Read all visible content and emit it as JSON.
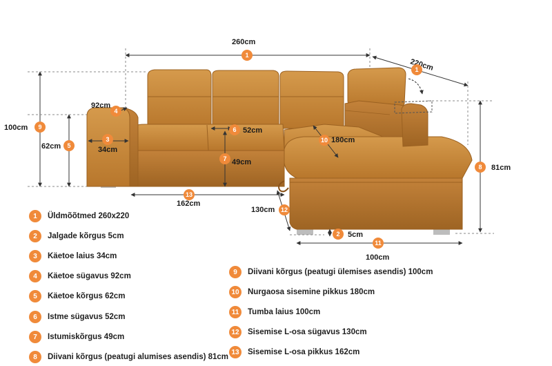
{
  "dimensions": {
    "total_length": "260cm",
    "corner_length": "220cm",
    "armrest_depth": "92cm",
    "height_raised": "100cm",
    "armrest_height": "62cm",
    "armrest_width": "34cm",
    "seat_depth": "52cm",
    "seat_height": "49cm",
    "inner_corner_length": "180cm",
    "height_lowered": "81cm",
    "inner_l_length": "162cm",
    "inner_l_depth": "130cm",
    "leg_height": "5cm",
    "ottoman_width": "100cm"
  },
  "badges": {
    "b1": "1",
    "b2": "2",
    "b3": "3",
    "b4": "4",
    "b5": "5",
    "b6": "6",
    "b7": "7",
    "b8": "8",
    "b9": "9",
    "b10": "10",
    "b11": "11",
    "b12": "12",
    "b13": "13"
  },
  "legend": [
    {
      "num": "1",
      "text": "Üldmõõtmed 260x220"
    },
    {
      "num": "2",
      "text": "Jalgade kõrgus 5cm"
    },
    {
      "num": "3",
      "text": "Käetoe laius 34cm"
    },
    {
      "num": "4",
      "text": "Käetoe sügavus 92cm"
    },
    {
      "num": "5",
      "text": "Käetoe kõrgus 62cm"
    },
    {
      "num": "6",
      "text": "Istme sügavus 52cm"
    },
    {
      "num": "7",
      "text": "Istumiskõrgus 49cm"
    },
    {
      "num": "8",
      "text": "Diivani kõrgus (peatugi alumises asendis) 81cm"
    },
    {
      "num": "9",
      "text": "Diivani kõrgus (peatugi ülemises asendis) 100cm"
    },
    {
      "num": "10",
      "text": "Nurgaosa sisemine pikkus 180cm"
    },
    {
      "num": "11",
      "text": "Tumba laius 100cm"
    },
    {
      "num": "12",
      "text": "Sisemise L-osa sügavus 130cm"
    },
    {
      "num": "13",
      "text": "Sisemise L-osa pikkus 162cm"
    }
  ],
  "colors": {
    "upholstery": "#c98a3a",
    "upholstery_dark": "#a86c26",
    "upholstery_light": "#dba35a",
    "badge": "#f08a3a",
    "line": "#333333"
  }
}
